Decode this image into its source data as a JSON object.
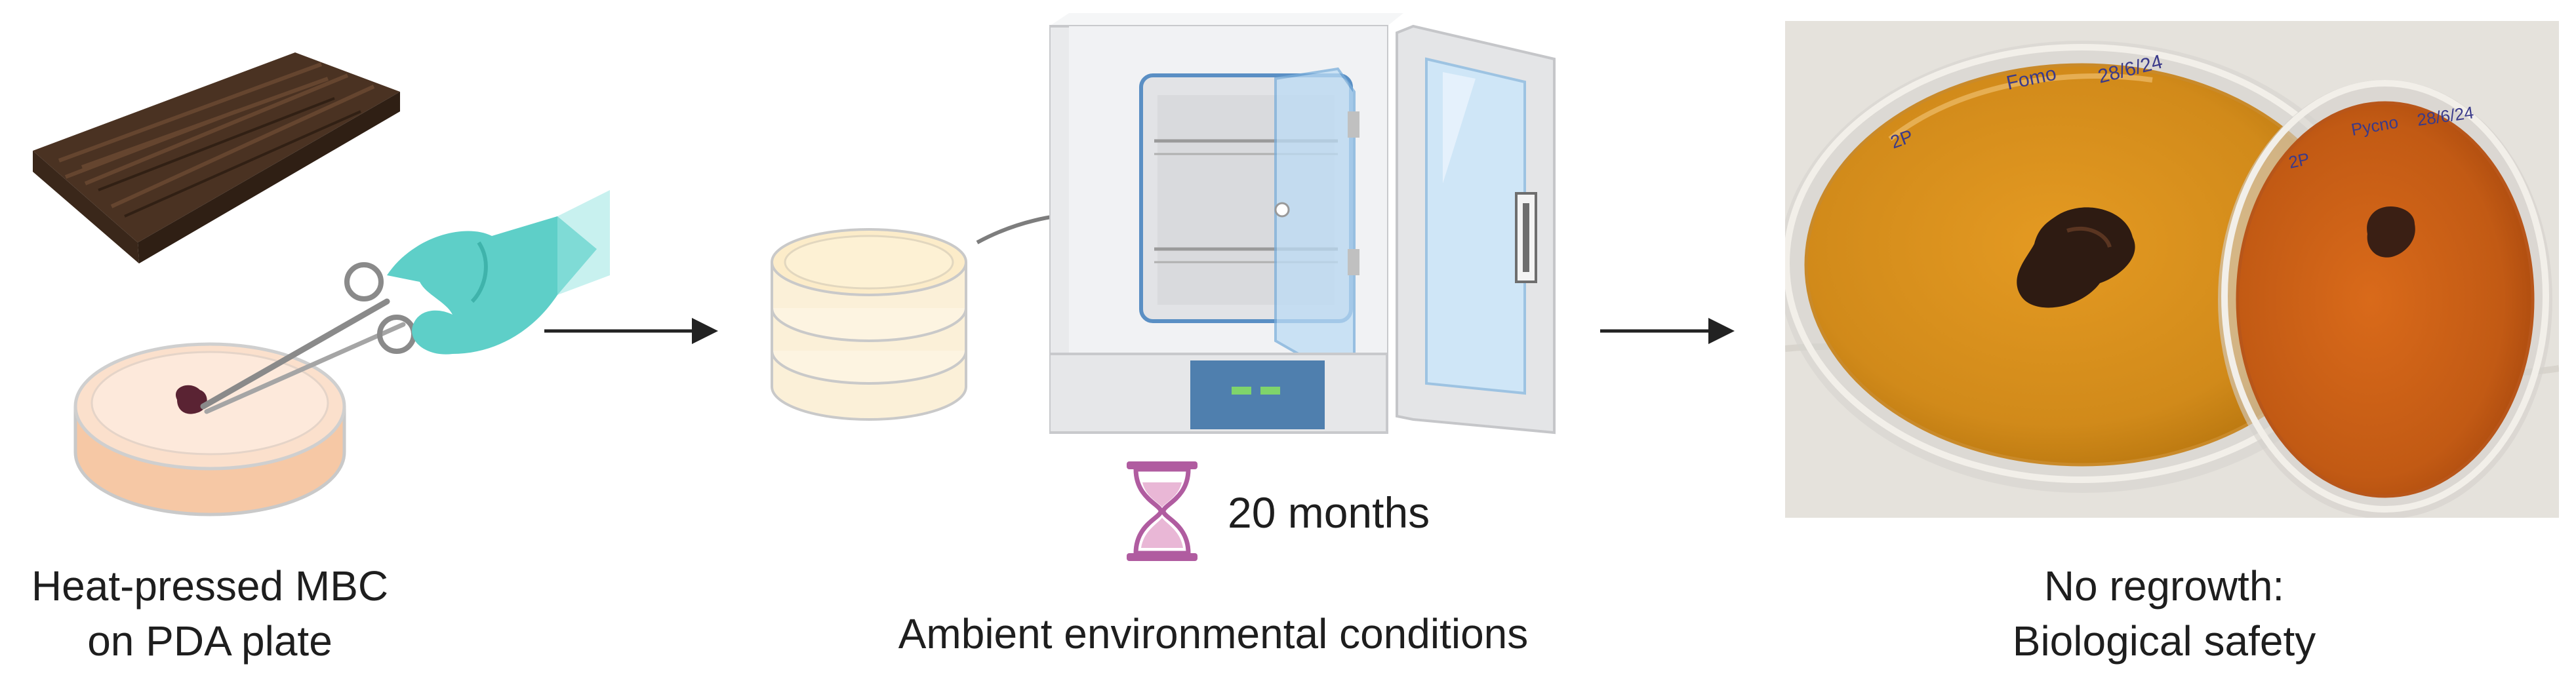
{
  "steps": [
    {
      "label_line1": "Heat-pressed MBC",
      "label_line2": "on PDA plate",
      "icons": [
        "wood-board-icon",
        "gloved-hand-forceps-icon",
        "petri-dish-icon"
      ]
    },
    {
      "duration": "20 months",
      "label": "Ambient environmental conditions",
      "icons": [
        "stacked-petri-dishes-icon",
        "incubator-icon",
        "hourglass-icon"
      ]
    },
    {
      "label_line1": "No regrowth:",
      "label_line2": "Biological safety",
      "photo_handwriting": [
        "Fomo 28/6/24",
        "Pycno 28/6/24",
        "2P"
      ]
    }
  ],
  "colors": {
    "petri_agar": "#fbe0cc",
    "glove": "#5ecfc8",
    "incubator_body": "#eeeff1",
    "incubator_glass": "#cfe6f7",
    "control_panel": "#4f7fae",
    "hourglass": "#b05ca0",
    "photo_agar_left": "#d18a1a",
    "photo_agar_right": "#c25a14"
  }
}
